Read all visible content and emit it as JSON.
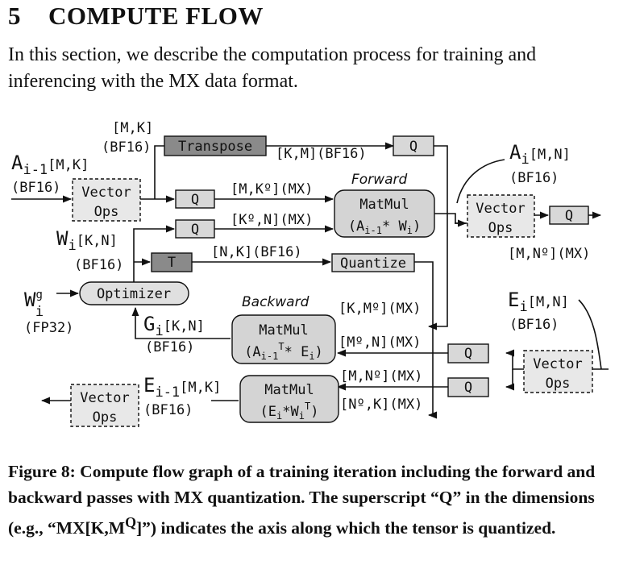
{
  "section": {
    "number": "5",
    "title": "COMPUTE FLOW"
  },
  "intro": "In this section, we describe the computation process for training and inferencing with the MX data format.",
  "diagram": {
    "nodes": {
      "transpose": "Transpose",
      "t": "T",
      "q": "Q",
      "vector": "Vector",
      "ops": "Ops",
      "matmul": "MatMul",
      "quantize": "Quantize",
      "optimizer": "Optimizer"
    },
    "forward_label": "Forward",
    "backward_label": "Backward",
    "ai_prev": {
      "base": "A",
      "sub": "i-1",
      "dims": "[M,K]",
      "type": "(BF16)"
    },
    "ai": {
      "base": "A",
      "sub": "i",
      "dims": "[M,N]",
      "type": "(BF16)"
    },
    "wi": {
      "base": "W",
      "sub": "i",
      "dims": "[K,N]",
      "type": "(BF16)"
    },
    "wg": {
      "base": "W",
      "sup": "g",
      "sub": "i",
      "type": "(FP32)"
    },
    "gi": {
      "base": "G",
      "sub": "i",
      "dims": "[K,N]",
      "type": "(BF16)"
    },
    "ei": {
      "base": "E",
      "sub": "i",
      "dims": "[M,N]",
      "type": "(BF16)"
    },
    "ei_prev": {
      "base": "E",
      "sub": "i-1",
      "dims": "[M,K]",
      "type": "(BF16)"
    },
    "edges": {
      "mk": "[M,K]",
      "bf16": "(BF16)",
      "km_bf16": "[K,M](BF16)",
      "mkq_mx": "[M,Kº](MX)",
      "kqn_mx": "[Kº,N](MX)",
      "nk_bf16": "[N,K](BF16)",
      "mnq_mx": "[M,Nº](MX)",
      "kmq_mx": "[K,Mº](MX)",
      "mqn_mx": "[Mº,N](MX)",
      "mnq_mx2": "[M,Nº](MX)",
      "nqk_mx": "[Nº,K](MX)"
    },
    "fwd_formula": {
      "open": "(A",
      "sub": "i-1",
      "mid": "* W",
      "sub2": "i",
      "close": ")"
    },
    "bwd_w_formula": {
      "open": "(A",
      "sub": "i-1",
      "sup": "T",
      "mid": "* E",
      "sub2": "i",
      "close": ")"
    },
    "bwd_a_formula": {
      "open": "(E",
      "sub": "i",
      "mid": "*W",
      "sub2": "i",
      "sup": "T",
      "close": ")"
    }
  },
  "caption": "Figure 8: Compute flow graph of a training iteration including the forward and backward passes with MX quantization. The superscript “Q” in the dimensions (e.g., “MX[K,M",
  "caption_sup": "Q",
  "caption_end": "]”) indicates the axis along which the tensor is quantized.",
  "caption_k": "K",
  "caption_m": "M"
}
